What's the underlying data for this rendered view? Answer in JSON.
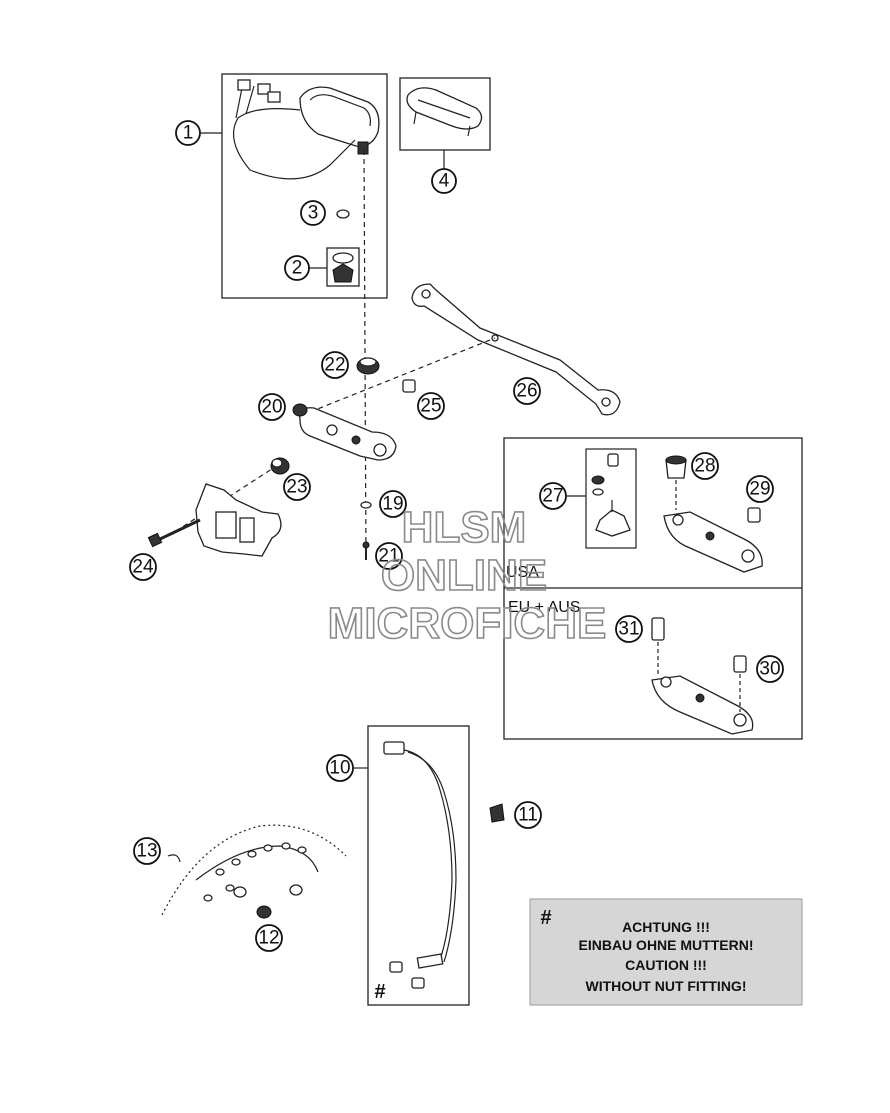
{
  "callouts": [
    "1",
    "2",
    "3",
    "4",
    "10",
    "11",
    "12",
    "13",
    "19",
    "20",
    "21",
    "22",
    "23",
    "24",
    "25",
    "26",
    "27",
    "28",
    "29",
    "30",
    "31"
  ],
  "variant_labels": {
    "usa": "USA",
    "eu_aus": "EU + AUS"
  },
  "watermark": {
    "line1": "HLSM",
    "line2": "ONLINE",
    "line3": "MICROFICHE"
  },
  "note": {
    "hash_mark": "#",
    "line1": "ACHTUNG !!!",
    "line2": "EINBAU OHNE MUTTERN!",
    "line3": "CAUTION !!!",
    "line4": "WITHOUT NUT FITTING!"
  },
  "sensor_hash_mark": "#"
}
